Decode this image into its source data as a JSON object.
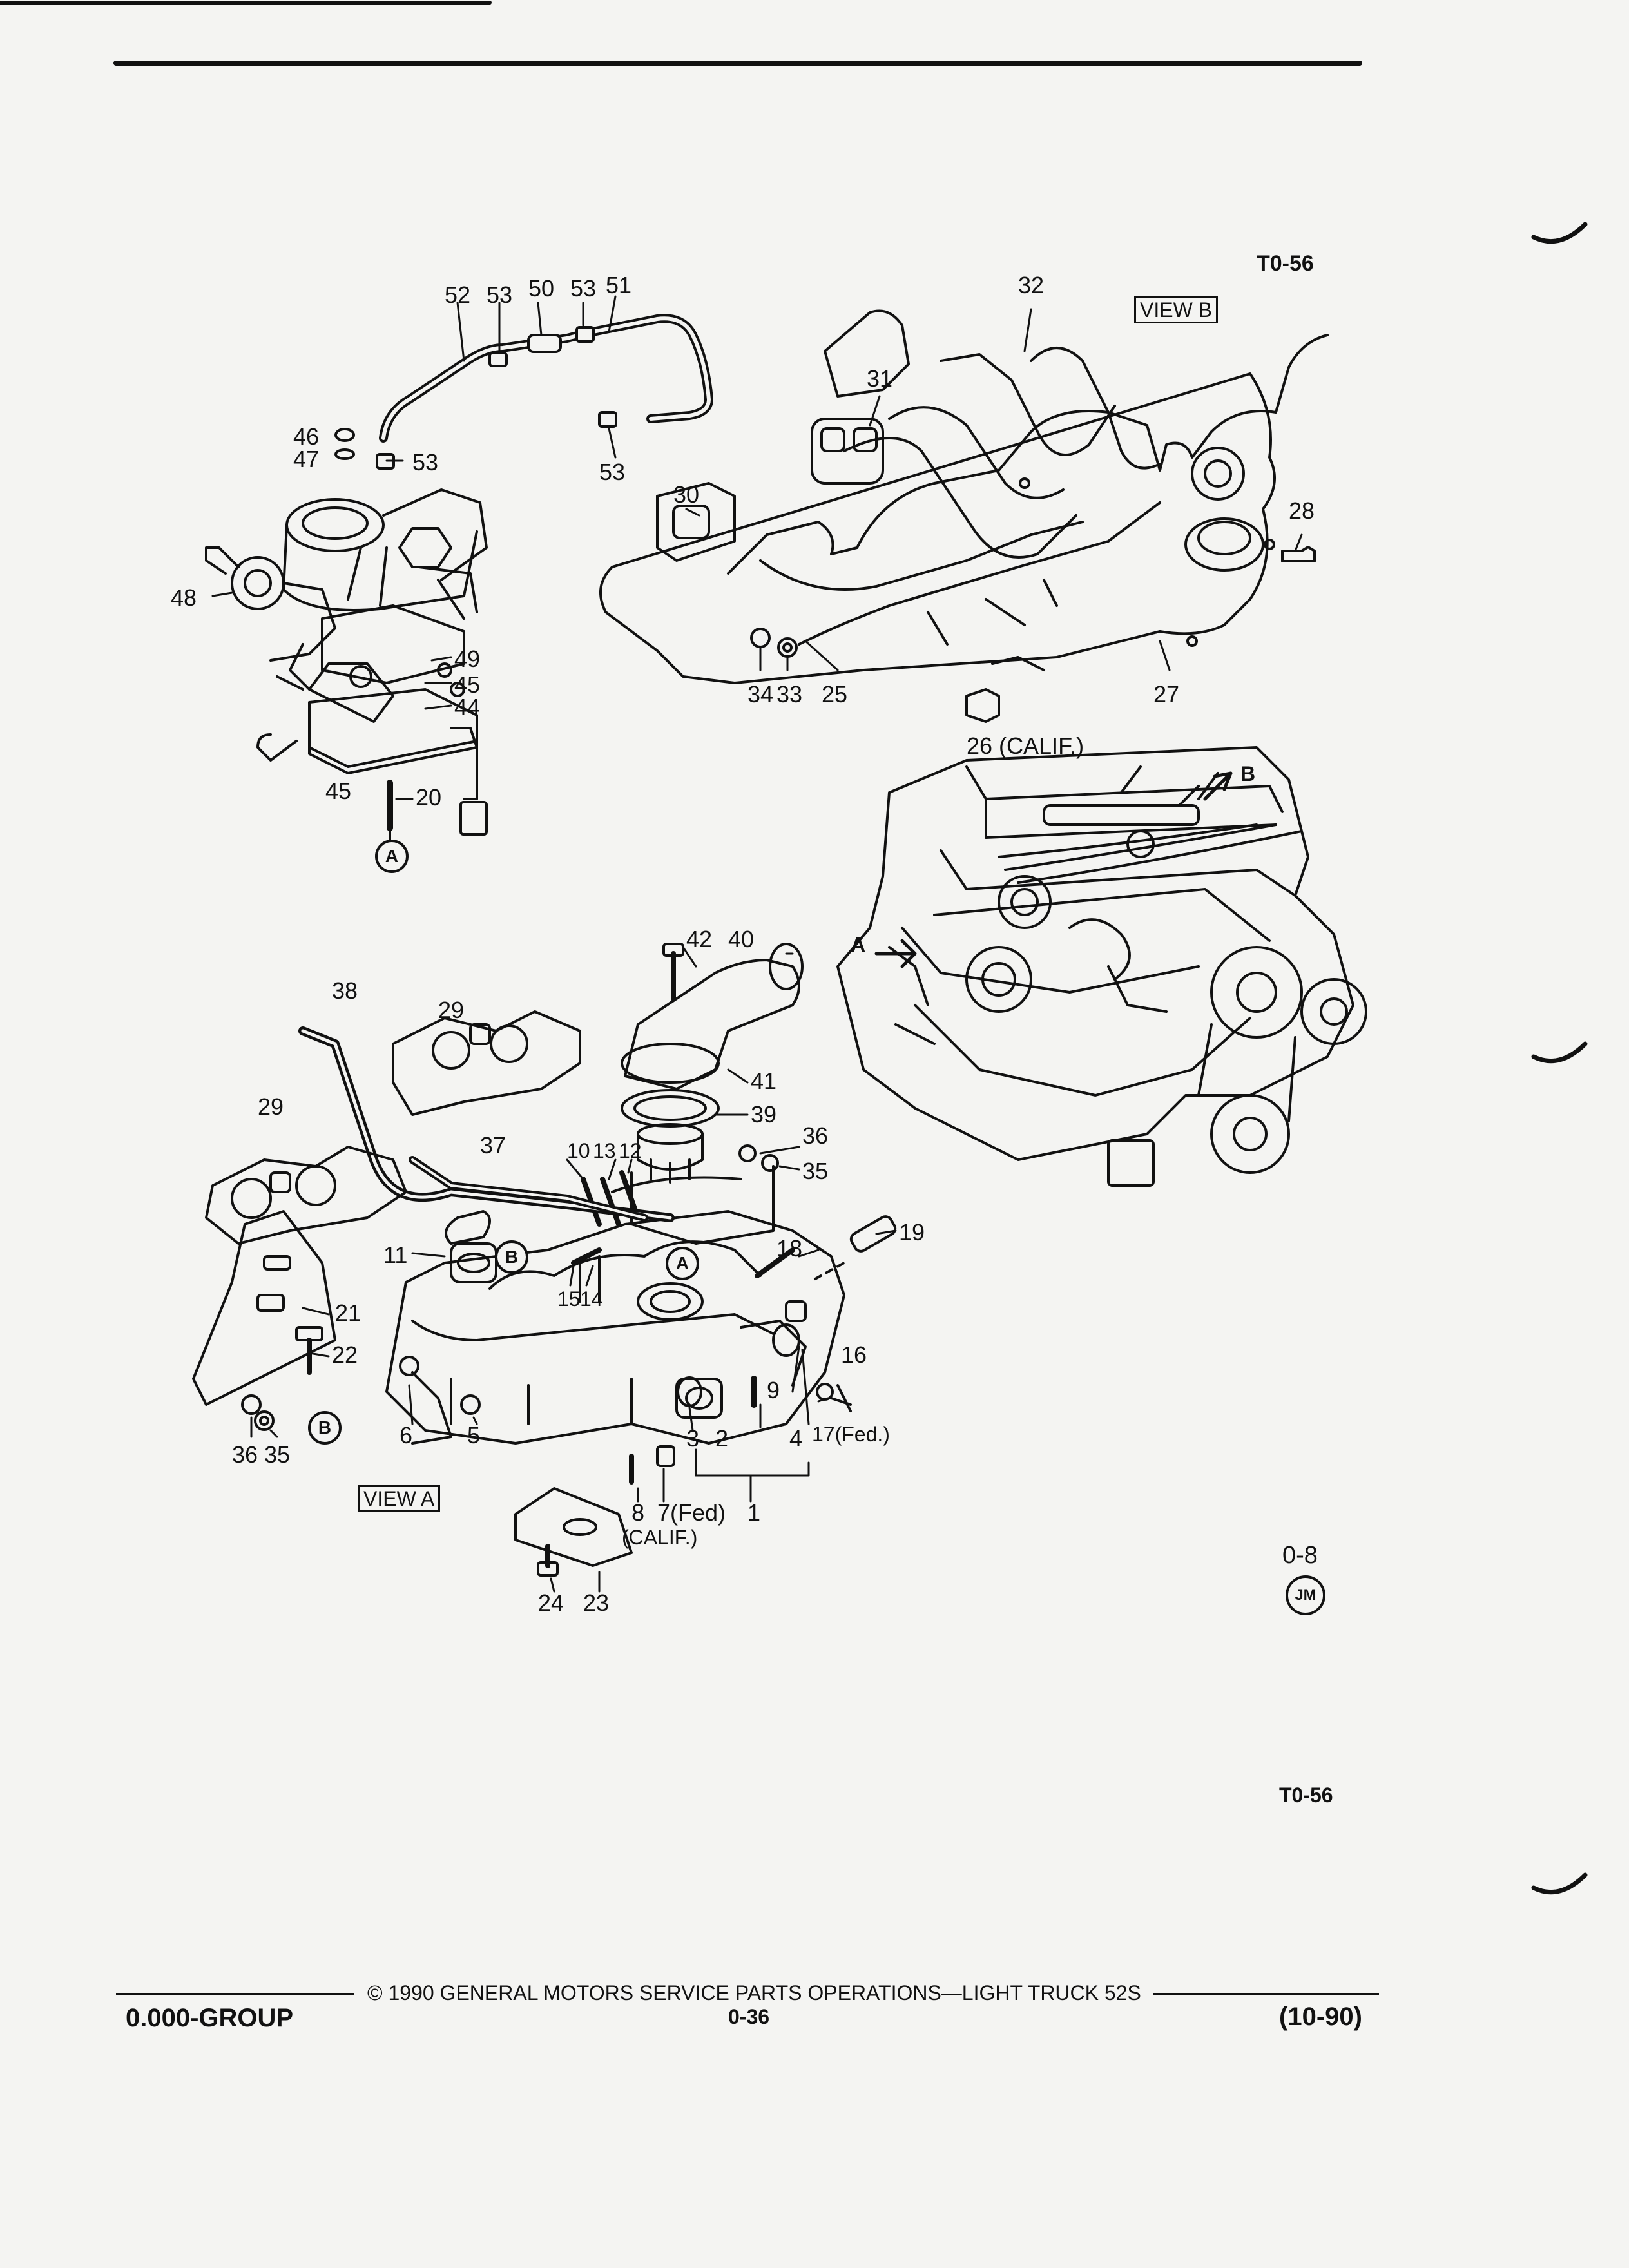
{
  "sheet_code_top": "T0-56",
  "sheet_code_bottom": "T0-56",
  "view_b_label": "VIEW B",
  "view_a_label": "VIEW A",
  "engine_arrow_a": "A",
  "engine_arrow_b": "B",
  "circle_marks": {
    "a": "A",
    "b": "B",
    "jm": "JM"
  },
  "section_ref": "0-8",
  "callouts": {
    "c52": "52",
    "c53a": "53",
    "c50": "50",
    "c53b": "53",
    "c51": "51",
    "c46": "46",
    "c47": "47",
    "c53c": "53",
    "c53d": "53",
    "c48": "48",
    "c49": "49",
    "c45a": "45",
    "c44": "44",
    "c45b": "45",
    "c20": "20",
    "c32": "32",
    "c31": "31",
    "c30": "30",
    "c28": "28",
    "c34": "34",
    "c33": "33",
    "c25": "25",
    "c27": "27",
    "c26": "26 (CALIF.)",
    "c42": "42",
    "c40": "40",
    "c38": "38",
    "c29a": "29",
    "c29b": "29",
    "c41": "41",
    "c39": "39",
    "c36a": "36",
    "c35a": "35",
    "c37": "37",
    "c10": "10",
    "c13": "13",
    "c12": "12",
    "c11": "11",
    "c18": "18",
    "c19": "19",
    "c15": "15",
    "c14": "14",
    "c21": "21",
    "c22": "22",
    "c6": "6",
    "c5": "5",
    "c9": "9",
    "c3": "3",
    "c2": "2",
    "c4": "4",
    "c16": "16",
    "c17": "17(Fed.)",
    "c36b": "36",
    "c35b": "35",
    "c8": "8",
    "c7": "7(Fed)",
    "c1": "1",
    "calif": "(CALIF.)",
    "c24": "24",
    "c23": "23"
  },
  "footer": {
    "copyright": "© 1990 GENERAL MOTORS SERVICE PARTS OPERATIONS—LIGHT TRUCK 52S",
    "group": "0.000-GROUP",
    "page_no": "0-36",
    "date": "(10-90)"
  }
}
